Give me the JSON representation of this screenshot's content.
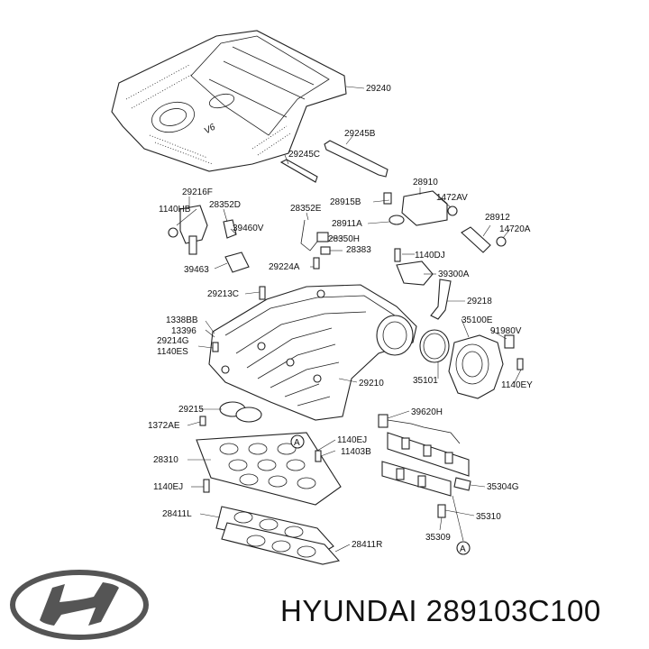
{
  "diagram": {
    "part_labels": {
      "p29240": "29240",
      "p29245B": "29245B",
      "p29245C": "29245C",
      "p29216F": "29216F",
      "p1140HB": "1140HB",
      "p28352D": "28352D",
      "p39460V": "39460V",
      "p39463": "39463",
      "p28352E": "28352E",
      "p28915B": "28915B",
      "p28910": "28910",
      "p1472AV": "1472AV",
      "p28911A": "28911A",
      "p28912": "28912",
      "p14720A": "14720A",
      "p28350H": "28350H",
      "p28383": "28383",
      "p1140DJ": "1140DJ",
      "p29224A": "29224A",
      "p39300A": "39300A",
      "p29213C": "29213C",
      "p29218": "29218",
      "p1338BB": "1338BB",
      "p13396": "13396",
      "p35100E": "35100E",
      "p29214G": "29214G",
      "p1140ES": "1140ES",
      "p91980V": "91980V",
      "p29210": "29210",
      "p35101": "35101",
      "p1140EY": "1140EY",
      "p29215": "29215",
      "p39620H": "39620H",
      "p1372AE": "1372AE",
      "p1140EJa": "1140EJ",
      "p11403B": "11403B",
      "p28310": "28310",
      "p1140EJb": "1140EJ",
      "p35304G": "35304G",
      "p28411L": "28411L",
      "p35310": "35310",
      "p35309": "35309",
      "p28411R": "28411R",
      "callout_a": "A",
      "callout_b": "A",
      "cover_emblem": "V6"
    }
  },
  "footer": {
    "brand": "HYUNDAI",
    "part_number": "289103C100",
    "caption": "HYUNDAI 289103C100",
    "logo_icon": "hyundai-logo-icon"
  }
}
